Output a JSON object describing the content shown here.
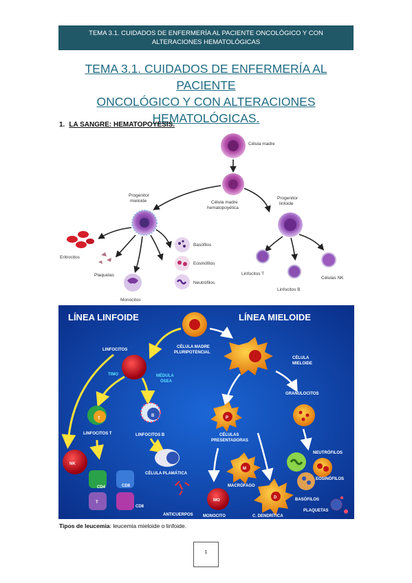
{
  "header": {
    "line1": "TEMA 3.1. CUIDADOS DE ENFERMERÍA AL PACIENTE ONCOLÓGICO Y CON",
    "line2": "ALTERACIONES HEMATOLÓGICAS"
  },
  "title": {
    "line1": "TEMA 3.1. CUIDADOS DE ENFERMERÍA AL PACIENTE",
    "line2": "ONCOLÓGICO Y CON ALTERACIONES",
    "line3": "HEMATOLÓGICAS."
  },
  "section": {
    "number": "1.",
    "heading": "LA SANGRE: HEMATOPOYESIS."
  },
  "figure1": {
    "celula_madre": "Célula madre",
    "cm_hemato_1": "Célula madre",
    "cm_hemato_2": "hematopoyética",
    "prog_mieloide_1": "Progenitor",
    "prog_mieloide_2": "mieloide",
    "prog_linfoide_1": "Progenitor",
    "prog_linfoide_2": "linfoide",
    "eritrocitos": "Eritrocitos",
    "plaquetas": "Plaquetas",
    "monocitos": "Monocitos",
    "basofilos": "Basófilos",
    "eosinofilos": "Eosinófilos",
    "neutrofilos": "Neutrófilos",
    "linfocitos_t": "Linfocitos T",
    "linfocitos_b": "Linfocitos B",
    "celulas_nk": "Células NK"
  },
  "figure2": {
    "linea_linfoide": "LÍNEA LINFOIDE",
    "linea_mieloide": "LÍNEA MIELOIDE",
    "linfocitos": "LINFOCITOS",
    "cm_pluri_1": "CÉLULA MADRE",
    "cm_pluri_2": "PLURIPOTENCIAL",
    "timo": "TIMO",
    "medula_1": "MÉDULA",
    "medula_2": "ÓSEA",
    "celula_mieloide_1": "CÉLULA",
    "celula_mieloide_2": "MIELOIDE",
    "granulocitos": "GRANULOCITOS",
    "linfocitos_t": "LINFOCITOS T",
    "linfocitos_b": "LINFOCITOS B",
    "cel_presentadoras_1": "CÉLULAS",
    "cel_presentadoras_2": "PRESENTADORAS",
    "neutrofilos": "NEUTRÓFILOS",
    "eosinofilos": "EOSINÓFILOS",
    "basofilos": "BASÓFILOS",
    "plaquetas": "PLAQUETAS",
    "celula_plasmatica": "CÉLULA PLAMÁTICA",
    "macrofago": "MACRÓFAGO",
    "anticuerpos": "ANTICUERPOS",
    "monocito": "MONOCITO",
    "c_dendritica": "C. DENDRÍTICA",
    "nk": "NK",
    "cd4": "CD4",
    "cd8": "CD8",
    "t": "T",
    "b": "B",
    "mo": "MO",
    "d": "D",
    "m": "M",
    "p": "P"
  },
  "caption": {
    "label": "Tipos de leucemia",
    "text": ": leucemia mieloide o linfoide."
  },
  "page_number": "1"
}
